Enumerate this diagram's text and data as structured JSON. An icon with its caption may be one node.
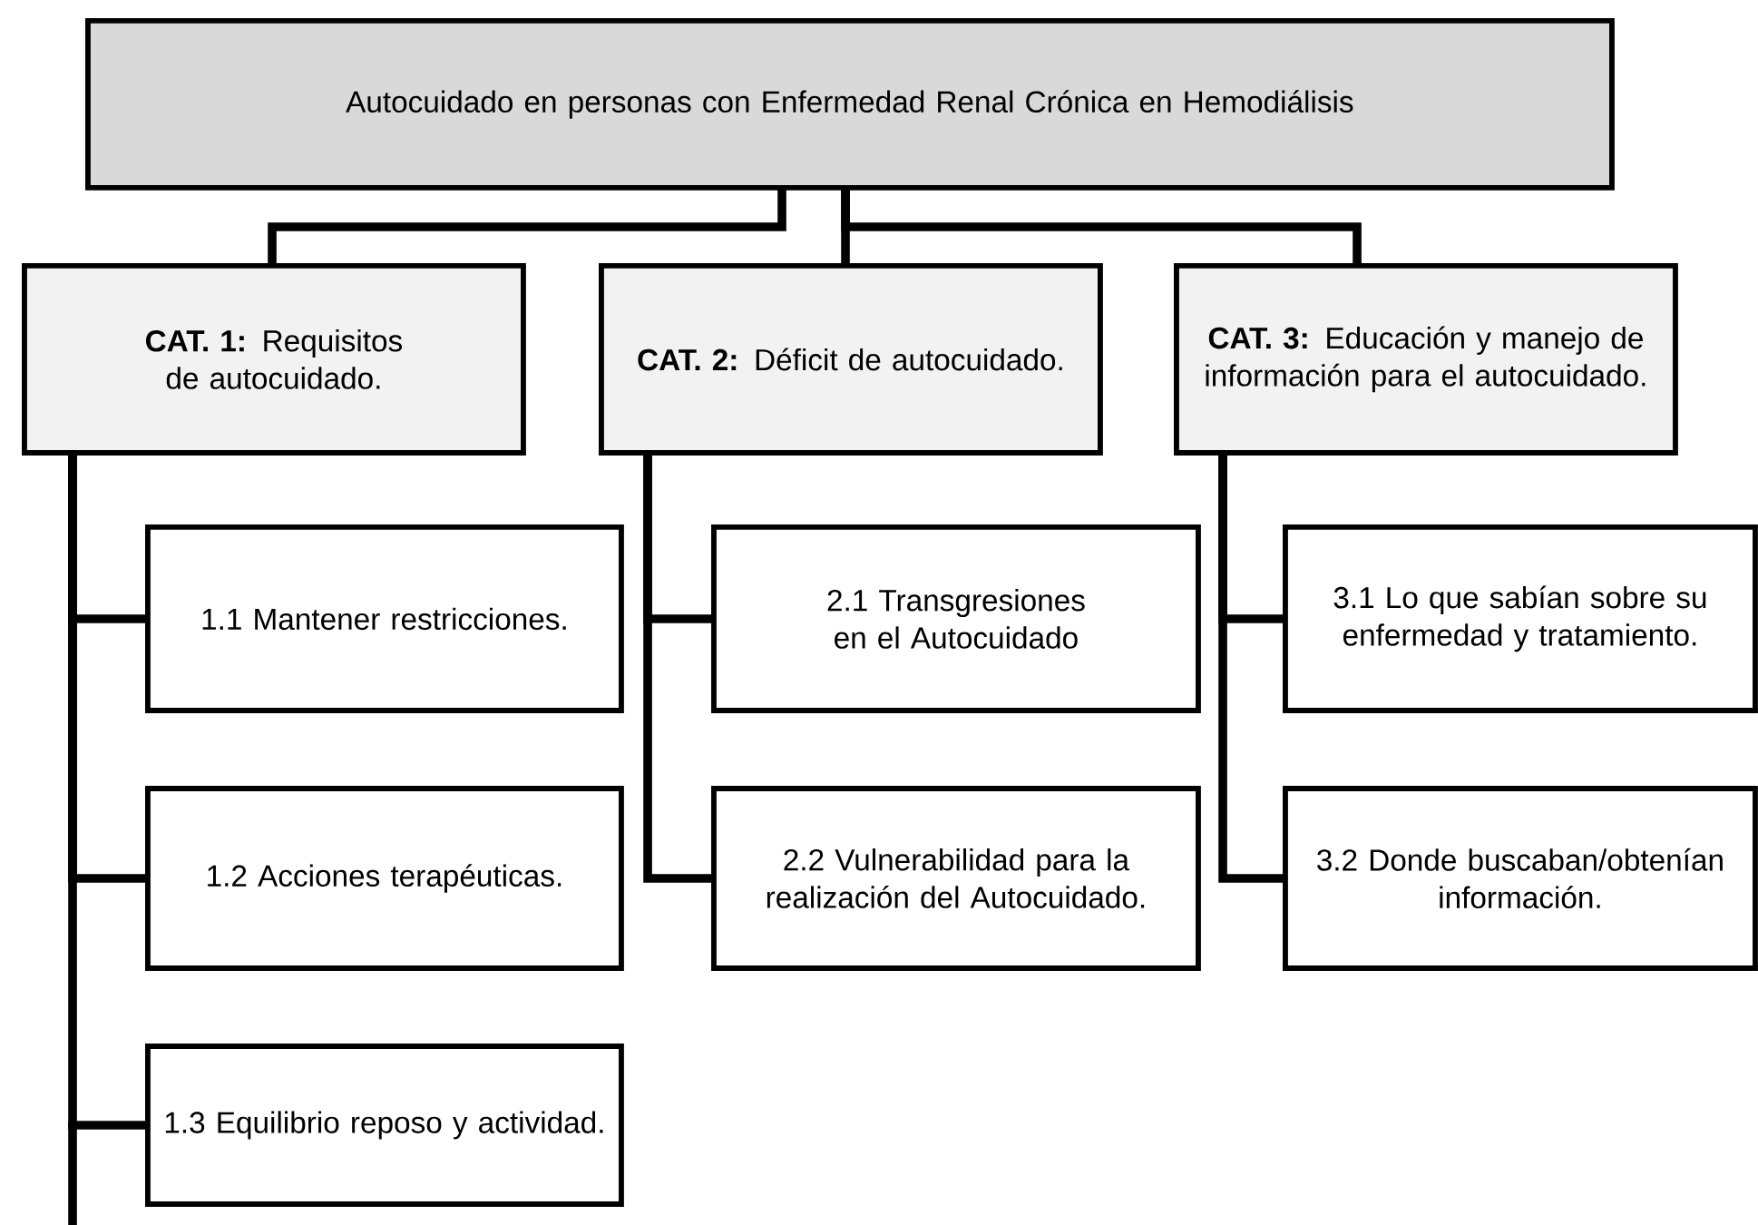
{
  "diagram": {
    "nodes": [
      {
        "text": [
          "Autocuidado en personas con Enfermedad Renal Crónica en Hemodiálisis"
        ]
      },
      {
        "text": [
          "**CAT. 1:** Requisitos de autocuidado."
        ]
      },
      {
        "text": [
          "**CAT. 2:** Déficit de autocuidado."
        ]
      },
      {
        "text": [
          "**CAT. 3:** Educación y manejo de información para el autocuidado."
        ]
      },
      {
        "text": [
          "1.1 Mantener restricciones."
        ]
      },
      {
        "text": [
          "1.2 Acciones terapéuticas."
        ]
      },
      {
        "text": [
          "1.3 Equilibrio reposo y actividad."
        ]
      },
      {
        "text": [
          "2.1 Transgresiones en el Autocuidado"
        ]
      },
      {
        "text": [
          "2.2 Vulnerabilidad para la realización del Autocuidado."
        ]
      },
      {
        "text": [
          "3.1 Lo que sabían sobre su enfermedad y tratamiento."
        ]
      },
      {
        "text": [
          "3.2 Donde buscaban/obtenían información."
        ]
      }
    ],
    "edges": [
      {
        "from": 0,
        "to": 1,
        "arrow": "none"
      },
      {
        "from": 0,
        "to": 2,
        "arrow": "none"
      },
      {
        "from": 0,
        "to": 3,
        "arrow": "none"
      },
      {
        "from": 1,
        "to": 4,
        "arrow": "none"
      },
      {
        "from": 1,
        "to": 5,
        "arrow": "none"
      },
      {
        "from": 1,
        "to": 6,
        "arrow": "none"
      },
      {
        "from": 2,
        "to": 7,
        "arrow": "none"
      },
      {
        "from": 2,
        "to": 8,
        "arrow": "none"
      },
      {
        "from": 3,
        "to": 9,
        "arrow": "none"
      },
      {
        "from": 3,
        "to": 10,
        "arrow": "none"
      }
    ]
  }
}
